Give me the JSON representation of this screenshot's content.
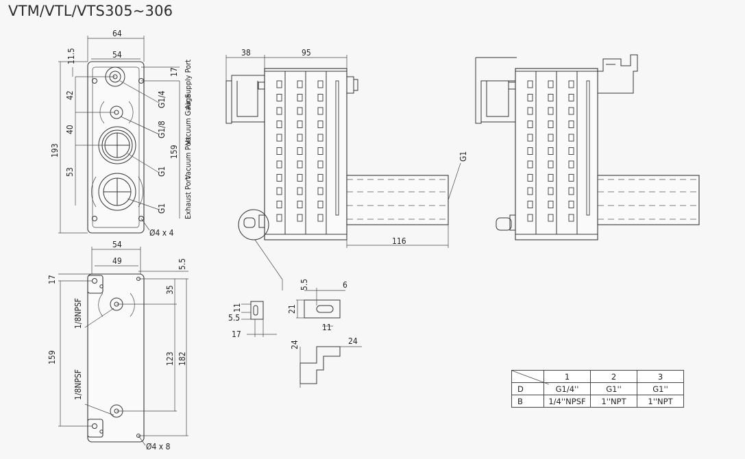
{
  "title": "VTM/VTL/VTS305~306",
  "front_view": {
    "dims": {
      "width": "64",
      "inner_width": "54",
      "top_offset": "11.5",
      "top_right": "17",
      "d42": "42",
      "d40": "40",
      "d53": "53",
      "height": "193",
      "height_inner": "159"
    },
    "ports": [
      {
        "thread": "G1/4",
        "name": "Air Supply Port"
      },
      {
        "thread": "G1/8",
        "name": "Vacuum Gauge"
      },
      {
        "thread": "G1",
        "name": "Vacuum Port"
      },
      {
        "thread": "G1",
        "name": "Exhaust Port"
      }
    ],
    "holes": "Ø4 x 4"
  },
  "back_view": {
    "dims": {
      "w54": "54",
      "w49": "49",
      "d5_5": "5.5",
      "d17": "17",
      "d35": "35",
      "d159": "159",
      "d123": "123",
      "d182": "182"
    },
    "ports": [
      "1/8NPSF",
      "1/8NPSF"
    ],
    "holes": "Ø4 x 8"
  },
  "side_view": {
    "dims": {
      "d38": "38",
      "d95": "95",
      "d116": "116"
    },
    "port": "G1"
  },
  "bracket_detail": {
    "dims": {
      "d11": "11",
      "d5_5a": "5.5",
      "d17": "17",
      "d5_5b": "5.5",
      "d6": "6",
      "d21": "21",
      "d11b": "11",
      "d24a": "24",
      "d24b": "24"
    }
  },
  "spec_table": {
    "columns": [
      "1",
      "2",
      "3"
    ],
    "rows": [
      {
        "label": "D",
        "values": [
          "G1/4''",
          "G1''",
          "G1''"
        ]
      },
      {
        "label": "B",
        "values": [
          "1/4''NPSF",
          "1''NPT",
          "1''NPT"
        ]
      }
    ]
  }
}
